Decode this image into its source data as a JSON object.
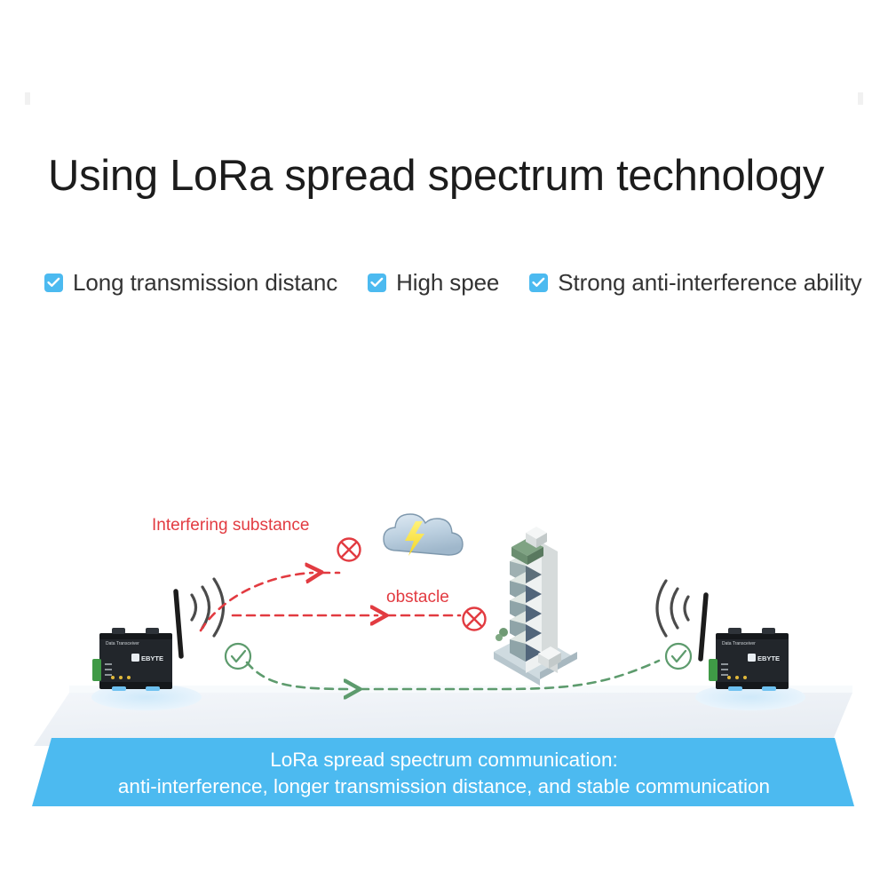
{
  "page": {
    "background": "#ffffff",
    "accent_blue": "#4cbaf0",
    "danger_red": "#e23b41",
    "success_green": "#4f9a63",
    "text_dark": "#1c1c1c"
  },
  "headline": {
    "text": "Using LoRa spread spectrum technology"
  },
  "features": [
    {
      "label": "Long transmission distanc",
      "checked": true
    },
    {
      "label": "High spee",
      "checked": true
    },
    {
      "label": "Strong anti-interference ability",
      "checked": true
    }
  ],
  "diagram": {
    "labels": {
      "interfering_substance": "Interfering substance",
      "obstacle": "obstacle"
    },
    "devices": [
      {
        "side": "left",
        "title": "Data Transceiver",
        "brand": "EBYTE"
      },
      {
        "side": "right",
        "title": "Data Transceiver",
        "brand": "EBYTE"
      }
    ],
    "blocked_paths": 2,
    "successful_paths": 1,
    "obstacles": [
      "storm-cloud",
      "building"
    ],
    "status_marks": {
      "blocked": 2,
      "passed": 2
    }
  },
  "banner": {
    "line1": "LoRa spread spectrum communication:",
    "line2": "anti-interference, longer transmission distance, and stable communication",
    "color": "#4cbaf0"
  }
}
